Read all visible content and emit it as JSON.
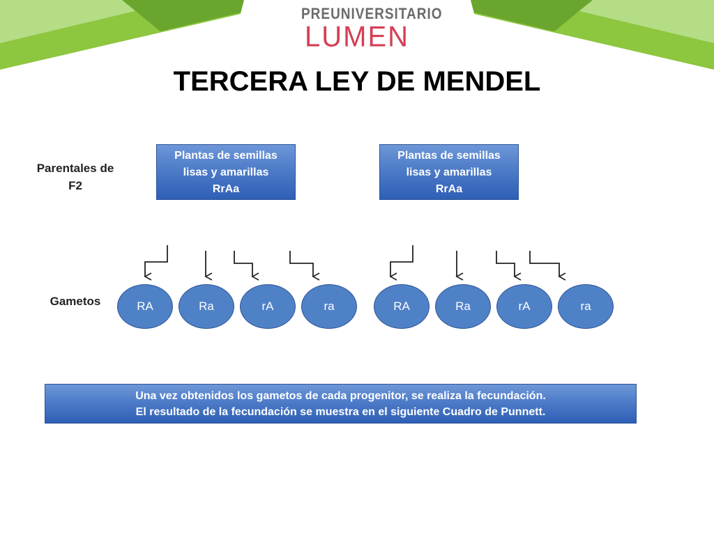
{
  "logo": {
    "line1": "PREUNIVERSITARIO",
    "line2": "LUMEN"
  },
  "title": "TERCERA LEY DE MENDEL",
  "labels": {
    "parents": "Parentales de F2",
    "gametes": "Gametos"
  },
  "parents": [
    {
      "line1": "Plantas de semillas",
      "line2": "lisas  y amarillas",
      "genotype": "RrAa"
    },
    {
      "line1": "Plantas de semillas",
      "line2": "lisas  y amarillas",
      "genotype": "RrAa"
    }
  ],
  "gametes": {
    "left": [
      "RA",
      "Ra",
      "rA",
      "ra"
    ],
    "right": [
      "RA",
      "Ra",
      "rA",
      "ra"
    ]
  },
  "note": {
    "line1": "Una vez obtenidos los gametos de cada progenitor, se realiza la fecundación.",
    "line2": "El resultado de la fecundación se muestra en el siguiente Cuadro de Punnett."
  },
  "colors": {
    "box_blue": "#4f81c7",
    "green_light": "#a9d18e",
    "green_dark": "#70ad47",
    "logo_red": "#d43f55"
  }
}
